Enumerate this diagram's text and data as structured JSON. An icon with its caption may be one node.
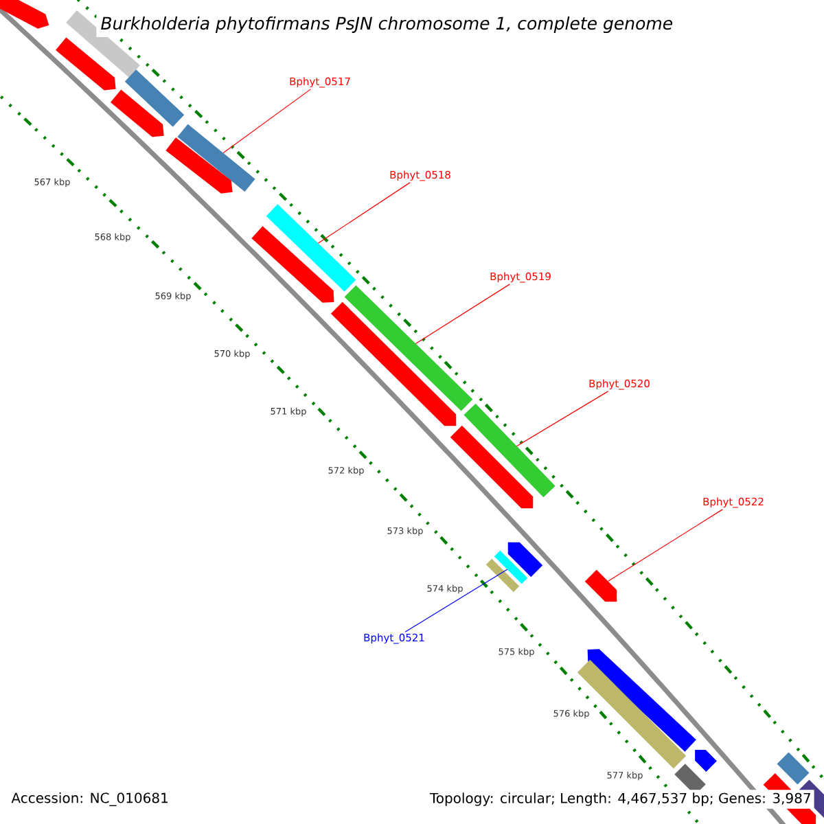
{
  "diagram": {
    "title": "Burkholderia phytofirmans PsJN chromosome 1, complete genome",
    "nodes": [
      {
        "text": [
          "Bphyt_0517"
        ]
      },
      {
        "text": [
          "Bphyt_0518"
        ]
      },
      {
        "text": [
          "Bphyt_0519"
        ]
      },
      {
        "text": [
          "Bphyt_0520"
        ]
      },
      {
        "text": [
          "Bphyt_0522"
        ]
      },
      {
        "text": [
          "Bphyt_0521"
        ]
      },
      {
        "text": [],
        "shape": "arrow"
      },
      {
        "text": [],
        "shape": "bar"
      },
      {
        "text": [],
        "shape": "arrow"
      },
      {
        "text": [],
        "shape": "bar"
      },
      {
        "text": [],
        "shape": "arrow"
      },
      {
        "text": [],
        "shape": "bar"
      },
      {
        "text": [],
        "shape": "arrow"
      },
      {
        "text": [],
        "shape": "bar"
      },
      {
        "text": [],
        "shape": "arrow"
      },
      {
        "text": [],
        "shape": "bar"
      },
      {
        "text": [],
        "shape": "arrow"
      },
      {
        "text": [],
        "shape": "bar"
      },
      {
        "text": [],
        "shape": "arrow"
      },
      {
        "text": [],
        "shape": "arrow"
      },
      {
        "text": [],
        "shape": "bar"
      },
      {
        "text": [],
        "shape": "bar"
      },
      {
        "text": [],
        "shape": "arrow"
      },
      {
        "text": [],
        "shape": "arrow"
      },
      {
        "text": [],
        "shape": "bar"
      },
      {
        "text": [],
        "shape": "arrow"
      },
      {
        "text": [],
        "shape": "bar"
      },
      {
        "text": [],
        "shape": "arrow"
      },
      {
        "text": [],
        "shape": "bar"
      },
      {
        "text": [],
        "shape": "bar"
      }
    ],
    "edges": [
      {
        "from": 0,
        "to": 11,
        "arrow": "none"
      },
      {
        "from": 1,
        "to": 13,
        "arrow": "none"
      },
      {
        "from": 2,
        "to": 15,
        "arrow": "none"
      },
      {
        "from": 3,
        "to": 17,
        "arrow": "none"
      },
      {
        "from": 4,
        "to": 22,
        "arrow": "none"
      },
      {
        "from": 5,
        "to": 20,
        "arrow": "none",
        "color": "#0000ff"
      }
    ],
    "labels": [
      "567 kbp",
      "568 kbp",
      "569 kbp",
      "570 kbp",
      "571 kbp",
      "572 kbp",
      "573 kbp",
      "574 kbp",
      "575 kbp",
      "576 kbp",
      "577 kbp",
      "Accession: NC_010681",
      "Topology: circular; Length: 4,467,537 bp; Genes: 3,987"
    ]
  }
}
